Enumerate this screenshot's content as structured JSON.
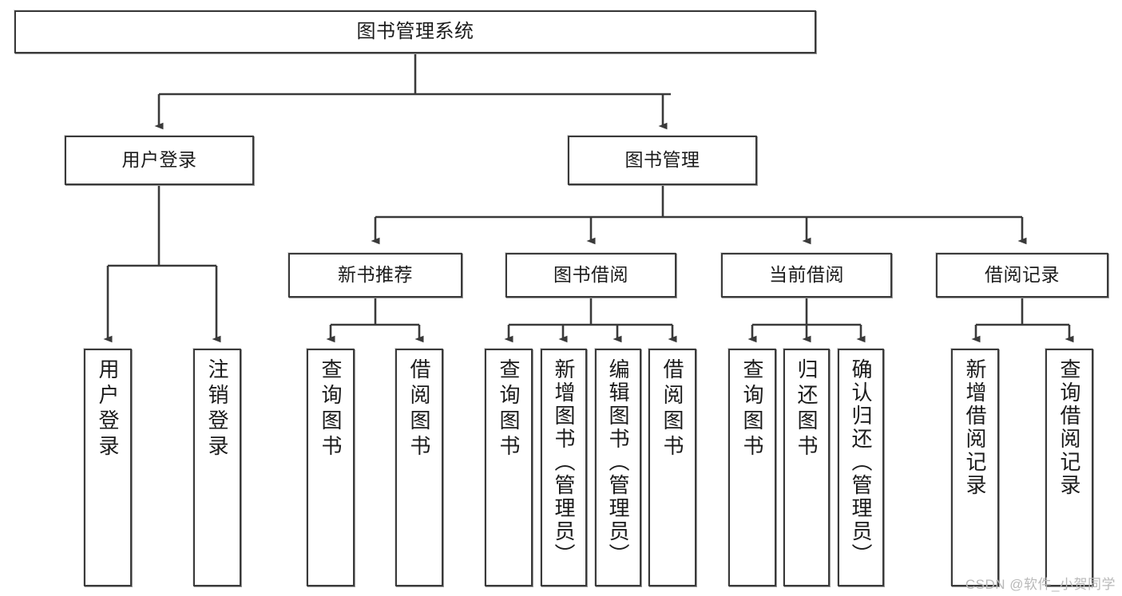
{
  "diagram": {
    "type": "tree-hierarchy-chart",
    "title": "图书管理系统",
    "colors": {
      "background": "#ffffff",
      "box_border": "#3a3a3a",
      "box_fill": "#ffffff",
      "edge": "#3a3a3a",
      "text": "#1b1b1b",
      "watermark": "#b9b9b9"
    },
    "root": {
      "label": "图书管理系统"
    },
    "level1": [
      {
        "id": "user-login",
        "label": "用户登录"
      },
      {
        "id": "book-management",
        "label": "图书管理"
      }
    ],
    "level2": [
      {
        "id": "new-book-recommend",
        "label": "新书推荐",
        "parent": "book-management"
      },
      {
        "id": "book-borrow",
        "label": "图书借阅",
        "parent": "book-management"
      },
      {
        "id": "current-borrow",
        "label": "当前借阅",
        "parent": "book-management"
      },
      {
        "id": "borrow-record",
        "label": "借阅记录",
        "parent": "book-management"
      }
    ],
    "leaves": [
      {
        "id": "leaf-user-login",
        "label": "用户登录",
        "parent": "user-login"
      },
      {
        "id": "leaf-logout-login",
        "label": "注销登录",
        "parent": "user-login"
      },
      {
        "id": "leaf-query-book-1",
        "label": "查询图书",
        "parent": "new-book-recommend"
      },
      {
        "id": "leaf-borrow-book-1",
        "label": "借阅图书",
        "parent": "new-book-recommend"
      },
      {
        "id": "leaf-query-book-2",
        "label": "查询图书",
        "parent": "book-borrow"
      },
      {
        "id": "leaf-add-book",
        "label": "新增图书（管理员）",
        "parent": "book-borrow"
      },
      {
        "id": "leaf-edit-book",
        "label": "编辑图书（管理员）",
        "parent": "book-borrow"
      },
      {
        "id": "leaf-borrow-book-2",
        "label": "借阅图书",
        "parent": "book-borrow"
      },
      {
        "id": "leaf-query-book-3",
        "label": "查询图书",
        "parent": "current-borrow"
      },
      {
        "id": "leaf-return-book",
        "label": "归还图书",
        "parent": "current-borrow"
      },
      {
        "id": "leaf-confirm-return",
        "label": "确认归还（管理员）",
        "parent": "current-borrow"
      },
      {
        "id": "leaf-add-record",
        "label": "新增借阅记录",
        "parent": "borrow-record"
      },
      {
        "id": "leaf-query-record",
        "label": "查询借阅记录",
        "parent": "borrow-record"
      }
    ]
  },
  "watermark": {
    "text": "CSDN @软件_小贺同学"
  }
}
